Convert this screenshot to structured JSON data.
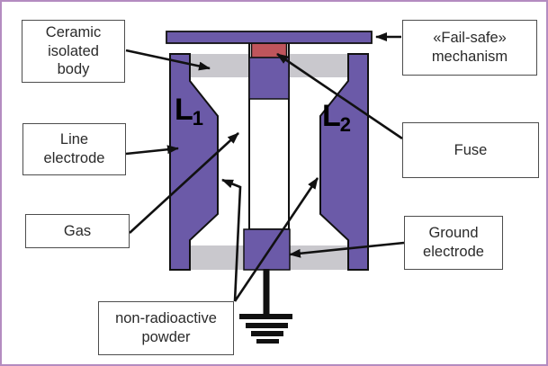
{
  "title": "Gas discharge tube fail-safe diagram",
  "colors": {
    "electrode_purple": "#6b5aa8",
    "fuse_red": "#bf555c",
    "ceramic_gray": "#c9c8cd",
    "frame_purple": "#b48cc0",
    "ink": "#111111",
    "box_border": "#4d4d4d",
    "label_ink": "#2a2a2a"
  },
  "device": {
    "l1": {
      "letter": "L",
      "sub": "1"
    },
    "l2": {
      "letter": "L",
      "sub": "2"
    }
  },
  "labels": {
    "ceramic_isolated_body": {
      "lines": [
        "Ceramic",
        "isolated",
        "body"
      ]
    },
    "line_electrode": {
      "lines": [
        "Line",
        "electrode"
      ]
    },
    "gas": {
      "lines": [
        "Gas"
      ]
    },
    "non_radioactive_powder": {
      "lines": [
        "non-radioactive",
        "powder"
      ]
    },
    "fail_safe_mechanism": {
      "lines": [
        "«Fail-safe»",
        "mechanism"
      ]
    },
    "fuse": {
      "lines": [
        "Fuse"
      ]
    },
    "ground_electrode": {
      "lines": [
        "Ground",
        "electrode"
      ]
    }
  }
}
